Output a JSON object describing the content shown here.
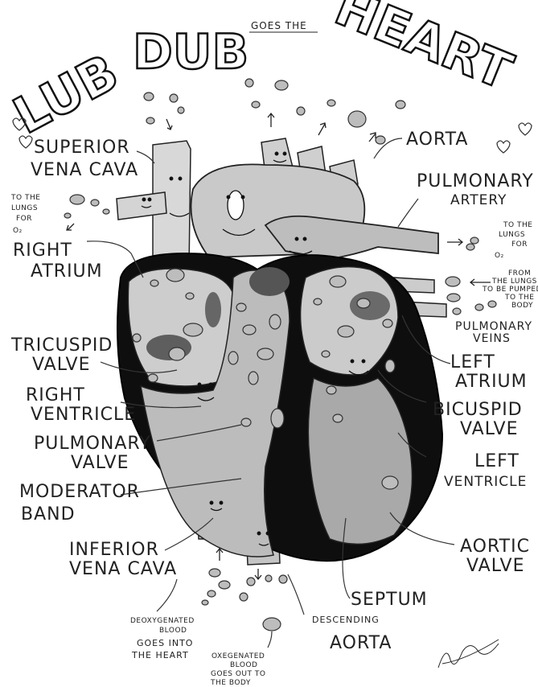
{
  "title": {
    "lub": "LUB",
    "dub": "DUB",
    "goes_the": "GOES THE",
    "heart": "HEART"
  },
  "labels": {
    "superior_vena_cava_1": "SUPERIOR",
    "superior_vena_cava_2": "VENA CAVA",
    "to_lungs_1": "TO THE",
    "to_lungs_2": "LUNGS",
    "to_lungs_3": "FOR",
    "to_lungs_4": "O₂",
    "right_atrium_1": "RIGHT",
    "right_atrium_2": "ATRIUM",
    "tricuspid_1": "TRICUSPID",
    "tricuspid_2": "VALVE",
    "right_ventricle_1": "RIGHT",
    "right_ventricle_2": "VENTRICLE",
    "pulmonary_valve_1": "PULMONARY",
    "pulmonary_valve_2": "VALVE",
    "moderator_1": "MODERATOR",
    "moderator_2": "BAND",
    "ivc_1": "INFERIOR",
    "ivc_2": "VENA CAVA",
    "aorta": "AORTA",
    "pulmonary_artery_1": "PULMONARY",
    "pulmonary_artery_2": "ARTERY",
    "to_lungs_r_1": "TO THE",
    "to_lungs_r_2": "LUNGS",
    "to_lungs_r_3": "FOR",
    "to_lungs_r_4": "O₂",
    "from_lungs_1": "FROM",
    "from_lungs_2": "THE LUNGS",
    "from_lungs_3": "TO BE PUMPED",
    "from_lungs_4": "TO THE",
    "from_lungs_5": "BODY",
    "pulm_veins_1": "PULMONARY",
    "pulm_veins_2": "VEINS",
    "left_atrium_1": "LEFT",
    "left_atrium_2": "ATRIUM",
    "bicuspid_1": "BICUSPID",
    "bicuspid_2": "VALVE",
    "left_ventricle_1": "LEFT",
    "left_ventricle_2": "VENTRICLE",
    "aortic_valve_1": "AORTIC",
    "aortic_valve_2": "VALVE",
    "septum": "SEPTUM",
    "descending_1": "DESCENDING",
    "descending_2": "AORTA",
    "deoxy_1": "DEOXYGENATED",
    "deoxy_2": "BLOOD",
    "deoxy_3": "GOES INTO",
    "deoxy_4": "THE HEART",
    "oxy_1": "OXEGENATED",
    "oxy_2": "BLOOD",
    "oxy_3": "GOES OUT TO",
    "oxy_4": "THE BODY"
  }
}
